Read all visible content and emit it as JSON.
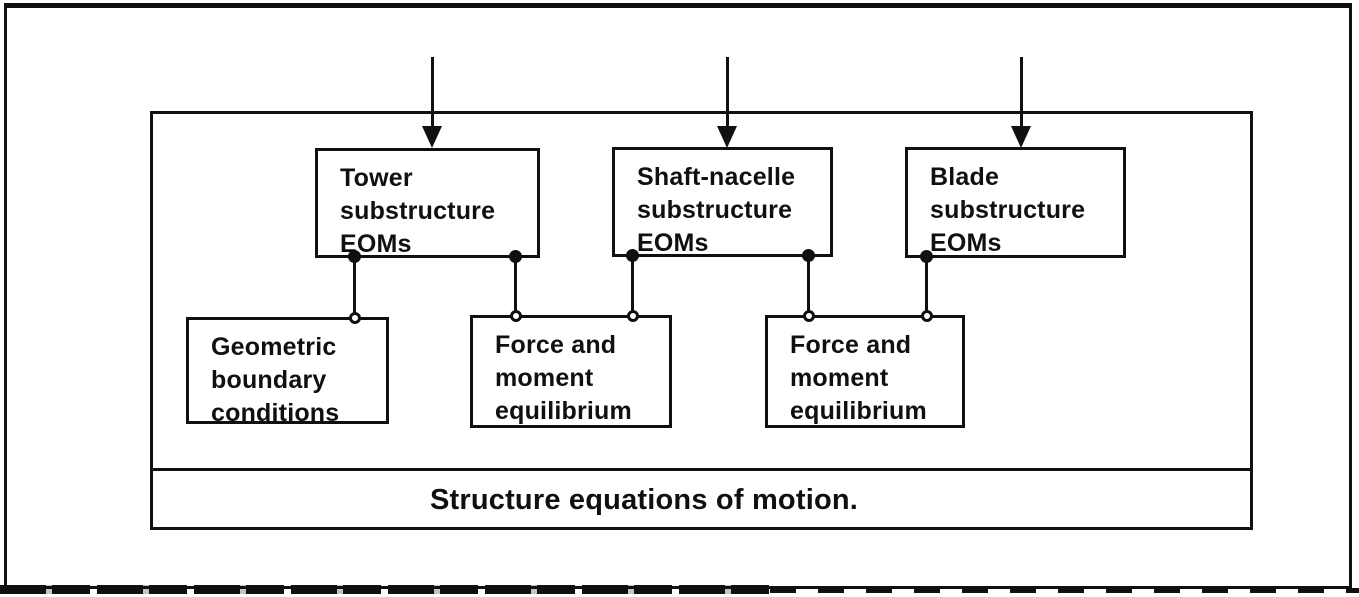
{
  "figure": {
    "type": "block-diagram",
    "colors": {
      "ink": "#101010",
      "paper": "#ffffff"
    },
    "container": {
      "label": "Structure equations of motion."
    },
    "top_boxes": [
      {
        "id": "tower",
        "label": "Tower\nsubstructure\nEOMs"
      },
      {
        "id": "shaft-nacelle",
        "label": "Shaft-nacelle\nsubstructure\nEOMs"
      },
      {
        "id": "blade",
        "label": "Blade\nsubstructure\nEOMs"
      }
    ],
    "lower_boxes": [
      {
        "id": "geometric-bc",
        "label": "Geometric\nboundary\nconditions"
      },
      {
        "id": "force-moment-1",
        "label": "Force and\nmoment\nequilibrium"
      },
      {
        "id": "force-moment-2",
        "label": "Force and\nmoment\nequilibrium"
      }
    ],
    "connector_style": {
      "top_end": "filled-dot",
      "bottom_end": "open-ring"
    },
    "input_arrow_count": 3
  }
}
